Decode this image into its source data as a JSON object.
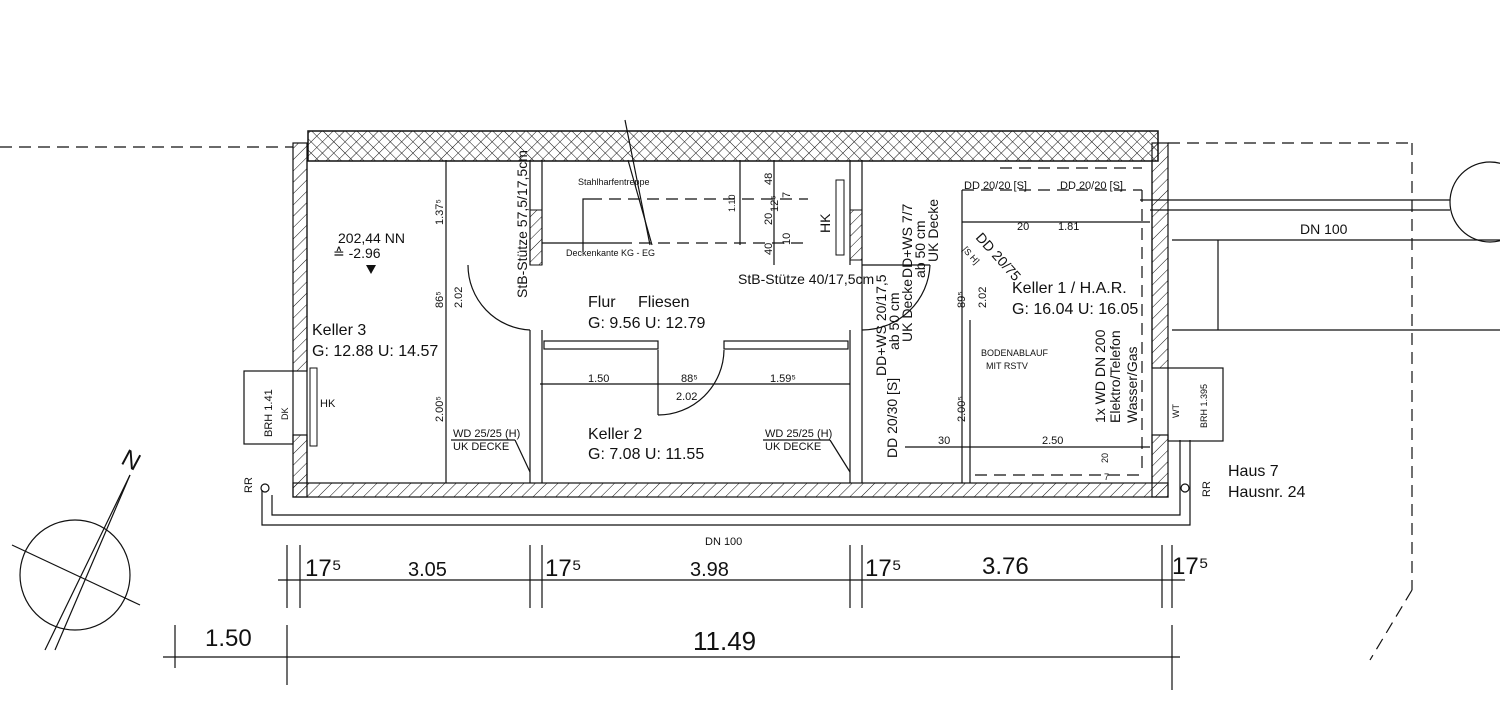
{
  "rooms": {
    "keller3": {
      "name": "Keller 3",
      "area": "G: 12.88  U: 14.57"
    },
    "flur": {
      "name": "Flur",
      "floor": "Fliesen",
      "area": "G: 9.56  U: 12.79"
    },
    "keller2": {
      "name": "Keller 2",
      "area": "G: 7.08  U: 11.55"
    },
    "keller1": {
      "name": "Keller 1 / H.A.R.",
      "area": "G: 16.04  U: 16.05"
    }
  },
  "level": {
    "nn": "202,44 NN",
    "rel": "≙ -2.96"
  },
  "labels": {
    "stahlharfentreppe": "Stahlharfentreppe",
    "deckenkante": "Deckenkante KG - EG",
    "stuetze1": "StB-Stütze 57,5/17,5cm",
    "stuetze2": "StB-Stütze 40/17,5cm",
    "hk1": "HK",
    "hk2": "HK",
    "dd_ws_77": "DD+WS 7/7",
    "ab50_1": "ab 50 cm",
    "ukdecke_1": "UK Decke",
    "dd_ws_2017": "DD+WS 20/17,5",
    "ab50_2": "ab 50 cm",
    "ukdecke_2": "UK Decke",
    "dd2020_1": "DD 20/20 [S]",
    "dd2020_2": "DD 20/20 [S]",
    "dd2075": "DD 20/75",
    "sh": "[S H]",
    "dd2030": "DD 20/30 [S]",
    "bodenablauf": "BODENABLAUF",
    "rstv": "MIT RSTV",
    "wd_dn200": "1x WD DN 200",
    "elektro": "Elektro/Telefon",
    "wasser": "Wasser/Gas",
    "wd2525_1": "WD 25/25 (H)",
    "ukdecke_3": "UK DECKE",
    "wd2525_2": "WD 25/25 (H)",
    "ukdecke_4": "UK DECKE",
    "brh1": "BRH 1.41",
    "dk": "DK",
    "brh2": "BRH 1.395",
    "wt": "WT",
    "rr1": "RR",
    "rr2": "RR",
    "dn100_top": "DN 100",
    "dn100_bottom": "DN 100",
    "haus": "Haus 7",
    "hausnr": "Hausnr. 24",
    "north": "N"
  },
  "dims": {
    "d137": "1.37⁵",
    "d86": "86⁵",
    "d202a": "2.02",
    "d200a": "2.00⁵",
    "d110": "1.10",
    "d48": "48",
    "d12": "12⁵",
    "d7": "7",
    "d20a": "20",
    "d40": "40",
    "d10": "10",
    "d150": "1.50",
    "d88": "88⁵",
    "d1595": "1.59⁵",
    "d202b": "2.02",
    "d20b": "20",
    "d181": "1.81",
    "d89": "89⁵",
    "d202c": "2.02",
    "d200b": "2.00⁵",
    "d30": "30",
    "d250": "2.50",
    "d20c": "20",
    "d7b": "7",
    "row1": [
      "17⁵",
      "3.05",
      "17⁵",
      "3.98",
      "17⁵",
      "3.76",
      "17⁵"
    ],
    "row2": [
      "1.50",
      "11.49"
    ]
  }
}
